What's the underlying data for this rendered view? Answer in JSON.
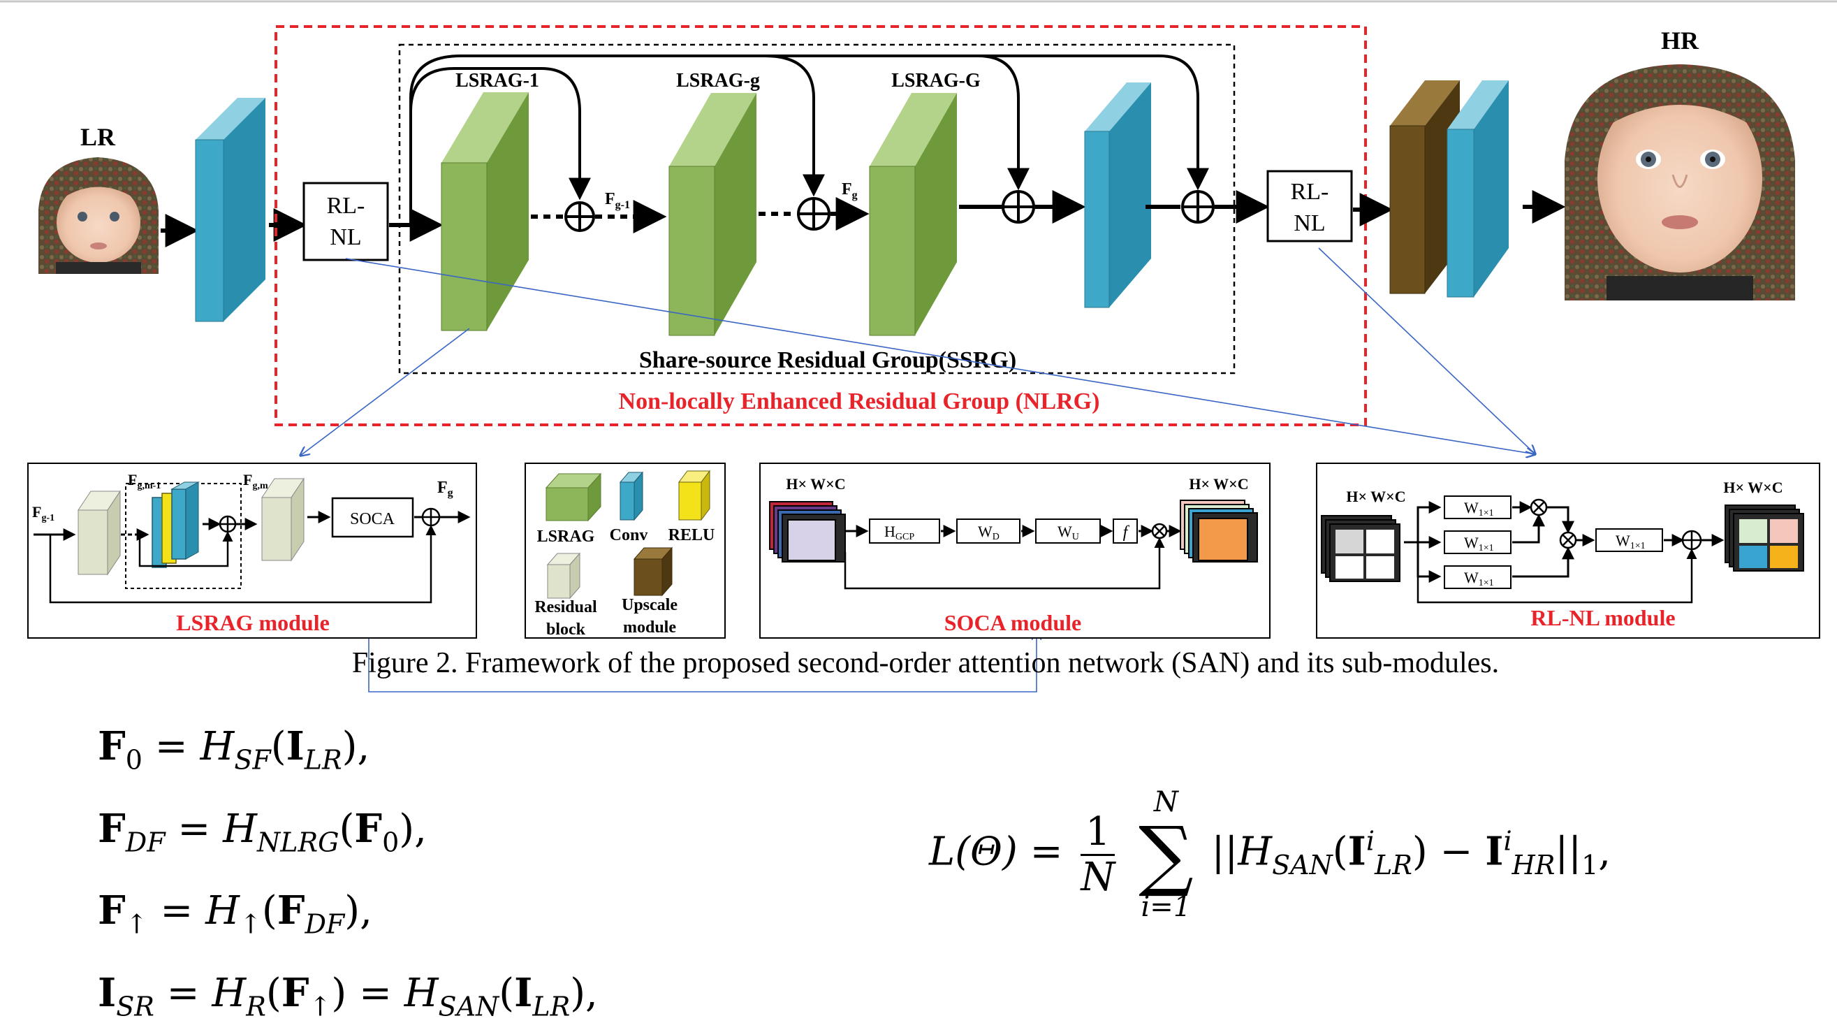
{
  "diagram": {
    "lr_label": "LR",
    "hr_label": "HR",
    "rlnl_left": [
      "RL-",
      "NL"
    ],
    "rlnl_right": [
      "RL-",
      "NL"
    ],
    "lsrag_1": "LSRAG-1",
    "lsrag_g": "LSRAG-g",
    "lsrag_G": "LSRAG-G",
    "f_g_minus_1": "F",
    "f_g_minus_1_sub": "g-1",
    "f_g": "F",
    "f_g_sub": "g",
    "ssrg_label": "Share-source Residual Group(SSRG)",
    "nlrg_label": "Non-locally Enhanced  Residual Group (NLRG)",
    "colors": {
      "conv": "#3ea8c8",
      "lsrag": "#8db55a",
      "relu": "#f3e21a",
      "residual": "#dfe3cc",
      "upscale": "#6b4f1c",
      "nlrg_border": "#e8242a",
      "link_lines": "#3a66c4",
      "module_title": "#e8242a"
    }
  },
  "lsrag_module": {
    "title": "LSRAG module",
    "in_label": "F",
    "in_sub": "g-1",
    "fgm1_label": "F",
    "fgm1_sub": "g,m-1",
    "fgm_label": "F",
    "fgm_sub": "g,m",
    "soca": "SOCA",
    "out_label": "F",
    "out_sub": "g"
  },
  "legend": {
    "lsrag": "LSRAG",
    "conv": "Conv",
    "relu": "RELU",
    "residual_1": "Residual",
    "residual_2": "block",
    "upscale_1": "Upscale",
    "upscale_2": "module"
  },
  "soca_module": {
    "title": "SOCA module",
    "in_dims": "H× W×C",
    "out_dims": "H× W×C",
    "hgcp": "H",
    "hgcp_sub": "GCP",
    "wd": "W",
    "wd_sub": "D",
    "wu": "W",
    "wu_sub": "U",
    "f": "f"
  },
  "rlnl_module": {
    "title": "RL-NL module",
    "in_dims": "H× W×C",
    "out_dims": "H× W×C",
    "w": "W",
    "w_sub": "1×1"
  },
  "caption": "Figure 2. Framework of the proposed second-order attention network (SAN) and its sub-modules.",
  "equations": {
    "eq1_lhs": "F",
    "eq1_lhs_sub": "0",
    "eq1_rhs_fn": "H",
    "eq1_rhs_fn_sub": "SF",
    "eq1_arg": "I",
    "eq1_arg_sub": "LR",
    "eq1_end": "),",
    "eq2_lhs": "F",
    "eq2_lhs_sub": "DF",
    "eq2_rhs_fn": "H",
    "eq2_rhs_fn_sub": "NLRG",
    "eq2_arg": "F",
    "eq2_arg_sub": "0",
    "eq2_end": "),",
    "eq3_lhs": "F",
    "eq3_lhs_sub": "↑",
    "eq3_rhs_fn": "H",
    "eq3_rhs_fn_sub": "↑",
    "eq3_arg": "F",
    "eq3_arg_sub": "DF",
    "eq3_end": "),",
    "eq4_lhs": "I",
    "eq4_lhs_sub": "SR",
    "eq4_fn1": "H",
    "eq4_fn1_sub": "R",
    "eq4_arg1": "F",
    "eq4_arg1_sub": "↑",
    "eq4_fn2": "H",
    "eq4_fn2_sub": "SAN",
    "eq4_arg2": "I",
    "eq4_arg2_sub": "LR",
    "eq4_end": "),",
    "loss_lhs": "L(Θ) =",
    "loss_num": "1",
    "loss_den": "N",
    "loss_sum_top": "N",
    "loss_sum_bot": "i=1",
    "loss_fn": "H",
    "loss_fn_sub": "SAN",
    "loss_i1": "I",
    "loss_i1_sup": "i",
    "loss_i1_sub": "LR",
    "loss_i2": "I",
    "loss_i2_sup": "i",
    "loss_i2_sub": "HR",
    "loss_end": "||",
    "loss_end_sub": "1",
    "loss_comma": ","
  }
}
